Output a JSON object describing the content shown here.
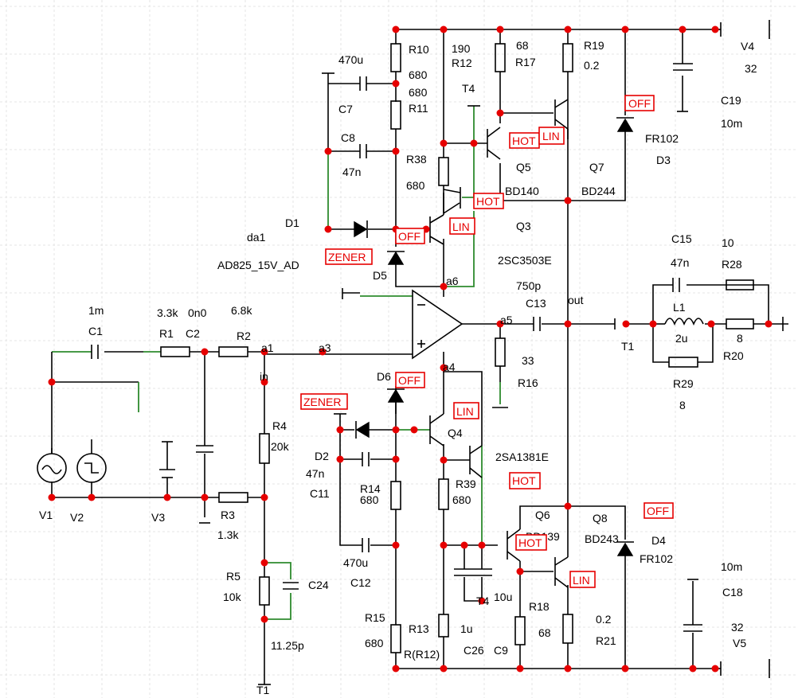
{
  "labels": {
    "R10": "R10",
    "R10v": "680",
    "R12_top": "190",
    "R12": "R12",
    "R12v": "680",
    "R11": "R11",
    "R38": "R38",
    "R38v": "680",
    "R17v": "68",
    "R17": "R17",
    "R19": "R19",
    "R19v": "0.2",
    "V4": "V4",
    "V4v": "32",
    "C19": "C19",
    "C19v": "10m",
    "C7v": "470u",
    "C7": "C7",
    "C8": "C8",
    "C8v": "47n",
    "T4_top": "T4",
    "Q5": "Q5",
    "Q7": "Q7",
    "BD140": "BD140",
    "BD244": "BD244",
    "FR102_top": "FR102",
    "D3": "D3",
    "D1": "D1",
    "da1": "da1",
    "AD825": "AD825_15V_AD",
    "D5": "D5",
    "Q3": "Q3",
    "Q3type": "2SC3503E",
    "a6": "a6",
    "C15": "C15",
    "C15v": "47n",
    "R28v": "10",
    "R28": "R28",
    "L1": "L1",
    "L1v": "2u",
    "R20v": "8",
    "R20": "R20",
    "R29": "R29",
    "R29v": "8",
    "C13v": "750p",
    "C13": "C13",
    "out": "out",
    "a5": "a5",
    "T1_right": "T1",
    "R16v": "33",
    "R16": "R16",
    "C1v": "1m",
    "C1": "C1",
    "R1v": "3.3k",
    "R1": "R1",
    "C2v": "0n0",
    "C2": "C2",
    "R2v": "6.8k",
    "R2": "R2",
    "a1": "a1",
    "a3": "a3",
    "in": "in",
    "R4": "R4",
    "R4v": "20k",
    "R3": "R3",
    "R3v": "1.3k",
    "V1": "V1",
    "V2": "V2",
    "V3": "V3",
    "R5": "R5",
    "R5v": "10k",
    "C24": "C24",
    "C24v": "11.25p",
    "T1_bottom": "T1",
    "D6": "D6",
    "a4": "a4",
    "Q4": "Q4",
    "Q4type": "2SA1381E",
    "D2": "D2",
    "C11v": "47n",
    "C11": "C11",
    "R14": "R14",
    "R14v": "680",
    "R39": "R39",
    "R39v": "680",
    "C12v": "470u",
    "C12": "C12",
    "Q6": "Q6",
    "Q6type": "BD139",
    "Q8": "Q8",
    "BD243": "BD243",
    "D4": "D4",
    "FR102_bot": "FR102",
    "C18v": "10m",
    "C18": "C18",
    "V5v": "32",
    "V5": "V5",
    "C9v": "10u",
    "T4_bot": "T4",
    "R18": "R18",
    "R18v": "68",
    "R21v": "0.2",
    "R21": "R21",
    "R15": "R15",
    "R15v": "680",
    "R13": "R13",
    "R13v": "R(R12)",
    "C26v": "1u",
    "C26": "C26",
    "C9": "C9"
  },
  "tags": {
    "off_d3": "OFF",
    "hot_q5": "HOT",
    "lin_q7": "LIN",
    "hot_q3": "HOT",
    "lin_q3": "LIN",
    "off_d5": "OFF",
    "zener_d1": "ZENER",
    "zener_d2": "ZENER",
    "off_d6": "OFF",
    "lin_q4": "LIN",
    "hot_q6side": "HOT",
    "off_d4": "OFF",
    "hot_q6": "HOT",
    "lin_q8": "LIN"
  },
  "colors": {
    "wire": "#000000",
    "wire_highlight": "#2e8b2e",
    "node": "#e60000",
    "tag": "#e60000"
  }
}
